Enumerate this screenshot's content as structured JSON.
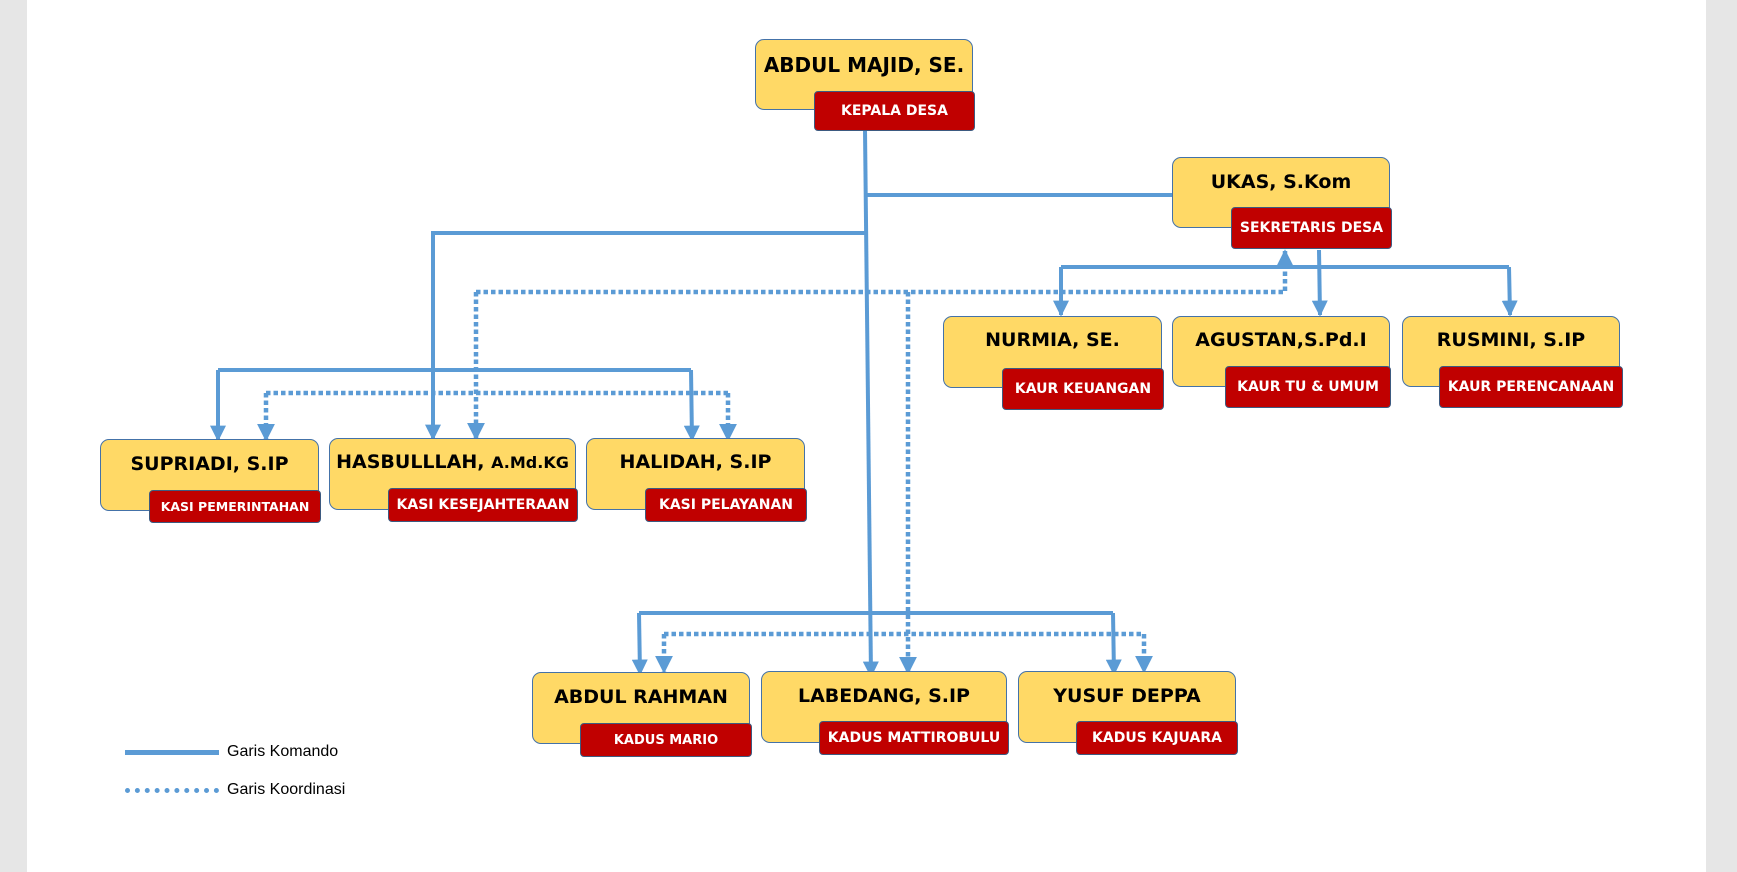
{
  "colors": {
    "name_fill": "#ffd966",
    "role_fill": "#c00000",
    "line": "#5b9bd5",
    "border": "#4472a8"
  },
  "nodes": {
    "kepala": {
      "name": "ABDUL MAJID, SE.",
      "role": "KEPALA DESA"
    },
    "sekretaris": {
      "name": "UKAS, S.Kom",
      "role": "SEKRETARIS DESA"
    },
    "keuangan": {
      "name": "NURMIA, SE.",
      "role": "KAUR KEUANGAN"
    },
    "tu_umum": {
      "name": "AGUSTAN,S.Pd.I",
      "role": "KAUR TU & UMUM"
    },
    "perencanaan": {
      "name": "RUSMINI, S.IP",
      "role": "KAUR PERENCANAAN"
    },
    "pemerintahan": {
      "name": "SUPRIADI, S.IP",
      "role": "KASI PEMERINTAHAN"
    },
    "kesejahteraan": {
      "name": "HASBULLLAH,",
      "name_suffix": "A.Md.KG",
      "role": "KASI KESEJAHTERAAN"
    },
    "pelayanan": {
      "name": "HALIDAH, S.IP",
      "role": "KASI PELAYANAN"
    },
    "mario": {
      "name": "ABDUL RAHMAN",
      "role": "KADUS MARIO"
    },
    "mattirobulu": {
      "name": "LABEDANG, S.IP",
      "role": "KADUS MATTIROBULU"
    },
    "kajuara": {
      "name": "YUSUF DEPPA",
      "role": "KADUS KAJUARA"
    }
  },
  "legend": {
    "komando": "Garis Komando",
    "koordinasi": "Garis Koordinasi"
  }
}
